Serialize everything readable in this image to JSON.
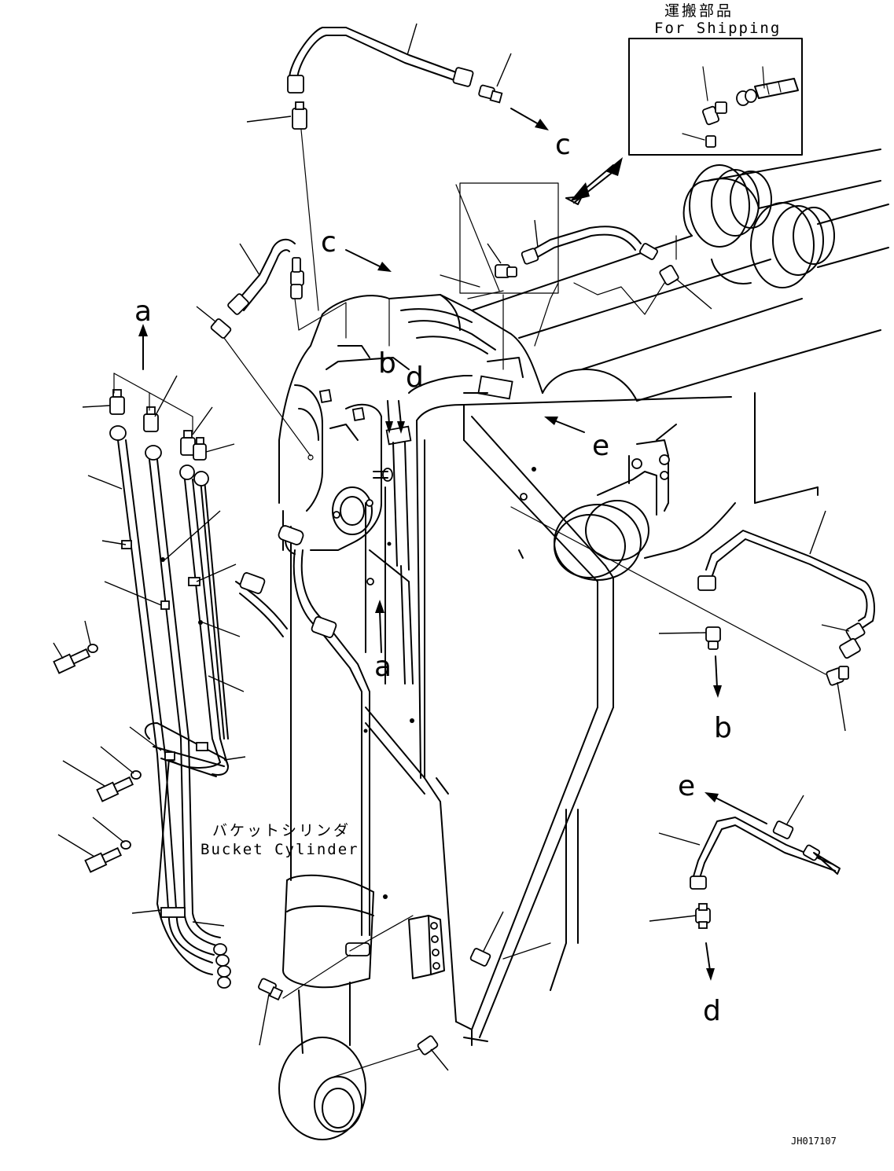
{
  "shipping_box": {
    "title_ja": "運搬部品",
    "title_en": "For Shipping"
  },
  "bucket_cylinder": {
    "label_ja": "バケットシリンダ",
    "label_en": "Bucket Cylinder"
  },
  "connection_labels": {
    "a_top": "a",
    "a_bottom": "a",
    "b_top": "b",
    "b_right": "b",
    "c_top": "c",
    "c_mid": "c",
    "d_top": "d",
    "d_right": "d",
    "e_mid": "e",
    "e_right": "e"
  },
  "drawing_code": "JH017107"
}
